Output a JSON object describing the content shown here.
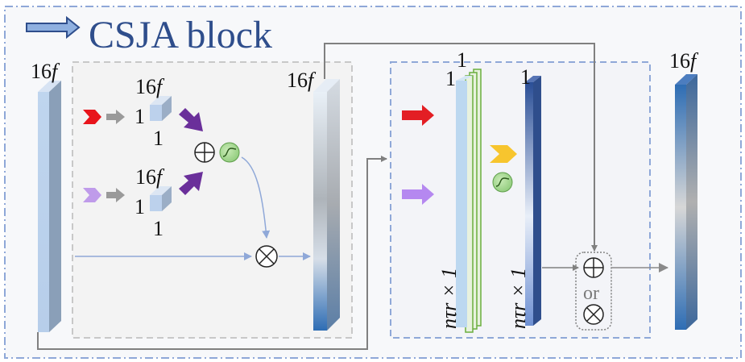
{
  "title": "CSJA block",
  "colors": {
    "title_blue": "#2F4E8C",
    "frame_blue": "#8FA8D8",
    "inner_gray": "#C8C8C8",
    "arrow_gray": "#808080",
    "red_chevron": "#E8141B",
    "lilac_chevron": "#BF9BEA",
    "purple_arrow": "#6A2F9A",
    "yellow_chevron": "#F7C52E",
    "sigmoid_green": "#A8D890",
    "red_arrow": "#E31E24",
    "violet_arrow": "#B588F0"
  },
  "icons": {
    "title_arrow": "right-arrow-icon",
    "add": "circle-plus-icon",
    "mul": "circle-times-icon",
    "sigmoid": "sigmoid-icon"
  },
  "labels": {
    "input_16f": "16",
    "input_16f_f": "f",
    "branch1_16f": "16",
    "branch1_16f_f": "f",
    "branch1_1a": "1",
    "branch1_1b": "1",
    "branch2_16f": "16",
    "branch2_16f_f": "f",
    "branch2_1a": "1",
    "branch2_1b": "1",
    "mid_16f": "16",
    "mid_16f_f": "f",
    "stack_1_top": "1",
    "stack_1_left": "1",
    "bar_1": "1",
    "ntr1_text": "nτr × 1",
    "ntr2_text": "nτr × 1",
    "or_label": "or",
    "out_16f": "16",
    "out_16f_f": "f"
  }
}
